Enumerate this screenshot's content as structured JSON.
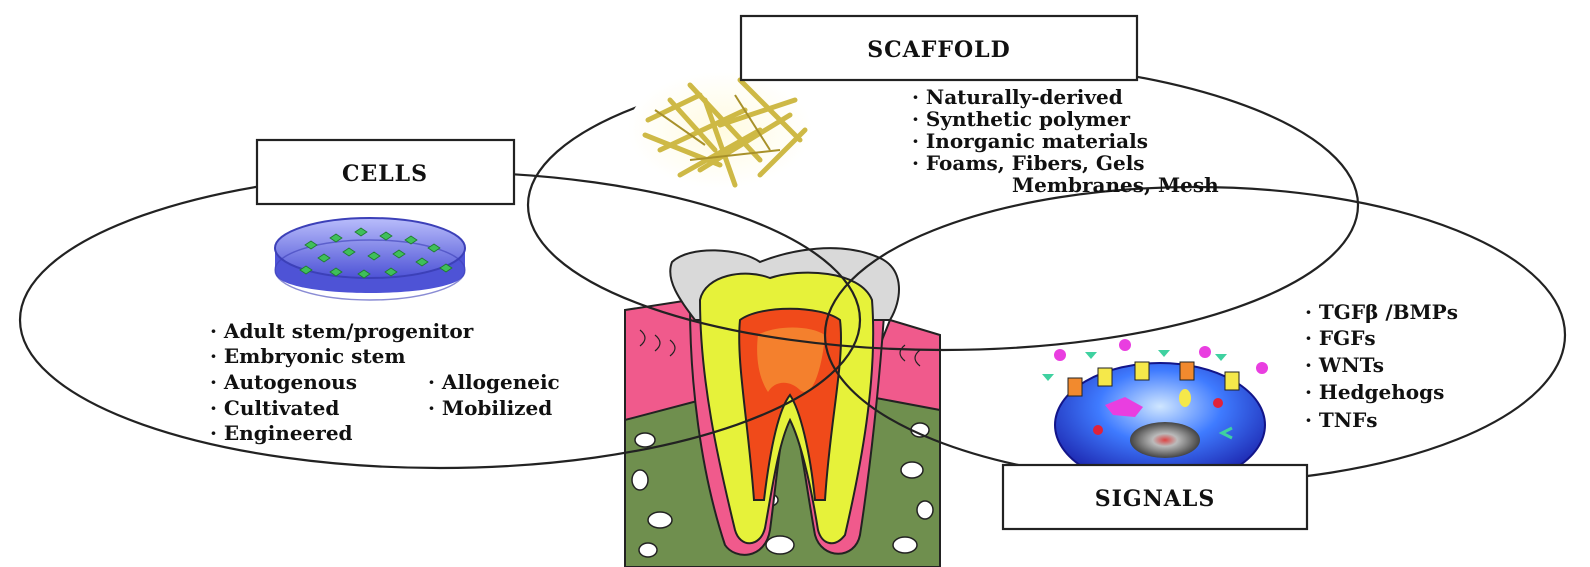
{
  "scaffold": {
    "title": "SCAFFOLD",
    "items": [
      "· Naturally-derived",
      "· Synthetic polymer",
      "· Inorganic materials",
      "· Foams, Fibers, Gels",
      "Membranes, Mesh"
    ]
  },
  "cells": {
    "title": "CELLS",
    "items": [
      "· Adult stem/progenitor",
      "· Embryonic stem",
      "· Autogenous",
      "· Allogeneic",
      "· Cultivated",
      "· Mobilized",
      "· Engineered"
    ]
  },
  "signals": {
    "title": "SIGNALS",
    "items": [
      "· TGFβ /BMPs",
      "· FGFs",
      "· WNTs",
      "· Hedgehogs",
      "· TNFs"
    ]
  },
  "colors": {
    "outline": "#222222",
    "enamel": "#d9d9d9",
    "dentin": "#e6f23a",
    "pulp": "#f04a1a",
    "gum": "#f05a8c",
    "bone": "#6f8f4e",
    "scaffold_fiber": "#c9b233",
    "dish": "#6f74e8",
    "cell_body": "#3f7bff"
  },
  "icons": [
    "petri-dish-icon",
    "scaffold-fiber-icon",
    "signaling-cell-icon",
    "tooth-cross-section-icon"
  ]
}
